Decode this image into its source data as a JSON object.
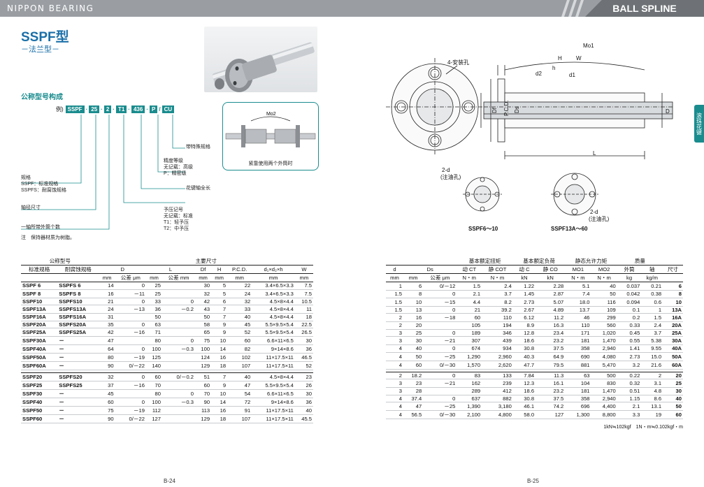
{
  "header": {
    "brand": "NIPPON BEARING",
    "title": "BALL SPLINE",
    "side_tab": "滚珠花键"
  },
  "left_page": {
    "model_title": "SSPF型",
    "model_subtitle": "－法兰型－",
    "section_title": "公称型号构成",
    "code_example_label": "例)",
    "code_parts": [
      "SSPF",
      "25",
      "2",
      "T1",
      "436",
      "P",
      "CU"
    ],
    "callouts": {
      "special": "带特殊规格",
      "precision_title": "精度等级",
      "precision_none": "无记载：高级",
      "precision_p": "P：精密级",
      "shaft_length": "花键轴全长",
      "preload_title": "予压记号",
      "preload_none": "无记载：标准",
      "preload_t1": "T1：轻予压",
      "preload_t2": "T2：中予压",
      "spec_title": "规格",
      "spec_sspf": "SSPF：标准规格",
      "spec_sspfs": "SSPFS：耐腐蚀规格",
      "shaft_dia": "轴径尺寸",
      "nut_count": "一轴所带外筒个数",
      "note": "注　保持器材质为树脂。"
    },
    "assembly_caption": "紧靠使用两个外筒时",
    "assembly_label": "Mo2",
    "page_no": "B-24"
  },
  "right_page": {
    "labels": {
      "mount_hole": "4-安装孔",
      "oil_hole_1": "2-d",
      "oil_hole_1b": "(注油孔)",
      "oil_hole_2": "2-d",
      "oil_hole_2b": "(注油孔)",
      "caption_small": "SSPF6～10",
      "caption_large": "SSPF13A～60",
      "dim_mo1": "Mo1",
      "dim_h": "H",
      "dim_w": "W",
      "dim_h2": "h",
      "dim_d2": "d2",
      "dim_d1": "d1",
      "dim_df": "Df",
      "dim_pcd": "P.C.D.",
      "dim_ds": "Ds",
      "dim_d": "D",
      "dim_l": "L"
    },
    "page_no": "B-25",
    "footnote": "1kN≒102kgf　1N・m≒0.102kgf・m"
  },
  "left_table": {
    "headers": {
      "model": "公称型号",
      "main_dims": "主要尺寸",
      "std": "标准规格",
      "anti": "耐腐蚀规格",
      "D": "D",
      "L": "L",
      "Df": "Df",
      "H": "H",
      "PCD": "P.C.D.",
      "dxh": "d₁×d₂×h",
      "W": "W",
      "tol": "公差",
      "mm": "mm",
      "um": "μm"
    },
    "rows": [
      [
        "SSPF 6",
        "SSPFS 6",
        "14",
        "0",
        "25",
        "",
        "30",
        "5",
        "22",
        "3.4×6.5×3.3",
        "7.5"
      ],
      [
        "SSPF 8",
        "SSPFS 8",
        "16",
        "－11",
        "25",
        "",
        "32",
        "5",
        "24",
        "3.4×6.5×3.3",
        "7.5"
      ],
      [
        "SSPF10",
        "SSPFS10",
        "21",
        "0",
        "33",
        "0",
        "42",
        "6",
        "32",
        "4.5×8×4.4",
        "10.5"
      ],
      [
        "SSPF13A",
        "SSPFS13A",
        "24",
        "－13",
        "36",
        "－0.2",
        "43",
        "7",
        "33",
        "4.5×8×4.4",
        "11"
      ],
      [
        "SSPF16A",
        "SSPFS16A",
        "31",
        "",
        "50",
        "",
        "50",
        "7",
        "40",
        "4.5×8×4.4",
        "18"
      ],
      [
        "SSPF20A",
        "SSPFS20A",
        "35",
        "0",
        "63",
        "",
        "58",
        "9",
        "45",
        "5.5×9.5×5.4",
        "22.5"
      ],
      [
        "SSPF25A",
        "SSPFS25A",
        "42",
        "－16",
        "71",
        "",
        "65",
        "9",
        "52",
        "5.5×9.5×5.4",
        "26.5"
      ],
      [
        "SSPF30A",
        "－",
        "47",
        "",
        "80",
        "0",
        "75",
        "10",
        "60",
        "6.6×11×6.5",
        "30"
      ],
      [
        "SSPF40A",
        "－",
        "64",
        "0",
        "100",
        "－0.3",
        "100",
        "14",
        "82",
        "9×14×8.6",
        "36"
      ],
      [
        "SSPF50A",
        "－",
        "80",
        "－19",
        "125",
        "",
        "124",
        "16",
        "102",
        "11×17.5×11",
        "46.5"
      ],
      [
        "SSPF60A",
        "－",
        "90",
        "0/－22",
        "140",
        "",
        "129",
        "18",
        "107",
        "11×17.5×11",
        "52"
      ]
    ],
    "rows2": [
      [
        "SSPF20",
        "SSPFS20",
        "32",
        "0",
        "60",
        "0/－0.2",
        "51",
        "7",
        "40",
        "4.5×8×4.4",
        "23"
      ],
      [
        "SSPF25",
        "SSPFS25",
        "37",
        "－16",
        "70",
        "",
        "60",
        "9",
        "47",
        "5.5×9.5×5.4",
        "26"
      ],
      [
        "SSPF30",
        "－",
        "45",
        "",
        "80",
        "0",
        "70",
        "10",
        "54",
        "6.6×11×6.5",
        "30"
      ],
      [
        "SSPF40",
        "－",
        "60",
        "0",
        "100",
        "－0.3",
        "90",
        "14",
        "72",
        "9×14×8.6",
        "36"
      ],
      [
        "SSPF50",
        "－",
        "75",
        "－19",
        "112",
        "",
        "113",
        "16",
        "91",
        "11×17.5×11",
        "40"
      ],
      [
        "SSPF60",
        "－",
        "90",
        "0/－22",
        "127",
        "",
        "129",
        "18",
        "107",
        "11×17.5×11",
        "45.5"
      ]
    ]
  },
  "right_table": {
    "headers": {
      "d": "d",
      "Ds": "Ds",
      "tol": "公差",
      "torque": "基本额定扭矩",
      "load": "基本额定负荷",
      "moment": "静态允许力矩",
      "mass": "质量",
      "size": "尺寸",
      "dyn": "动",
      "stat": "静",
      "outer": "外筒",
      "shaft": "轴",
      "CT": "CT",
      "COT": "COT",
      "C": "C",
      "CO": "CO",
      "MO1": "MO1",
      "MO2": "MO2",
      "mm": "mm",
      "um": "μm",
      "Nm": "N・m",
      "kN": "kN",
      "kg": "kg",
      "kgm": "kg/m"
    },
    "rows": [
      [
        "1",
        "6",
        "0/－12",
        "1.5",
        "2.4",
        "1.22",
        "2.28",
        "5.1",
        "40",
        "0.037",
        "0.21",
        "6"
      ],
      [
        "1.5",
        "8",
        "0",
        "2.1",
        "3.7",
        "1.45",
        "2.87",
        "7.4",
        "50",
        "0.042",
        "0.38",
        "8"
      ],
      [
        "1.5",
        "10",
        "－15",
        "4.4",
        "8.2",
        "2.73",
        "5.07",
        "18.0",
        "116",
        "0.094",
        "0.6",
        "10"
      ],
      [
        "1.5",
        "13",
        "0",
        "21",
        "39.2",
        "2.67",
        "4.89",
        "13.7",
        "109",
        "0.1",
        "1",
        "13A"
      ],
      [
        "2",
        "16",
        "－18",
        "60",
        "110",
        "6.12",
        "11.2",
        "46",
        "299",
        "0.2",
        "1.5",
        "16A"
      ],
      [
        "2",
        "20",
        "",
        "105",
        "194",
        "8.9",
        "16.3",
        "110",
        "560",
        "0.33",
        "2.4",
        "20A"
      ],
      [
        "3",
        "25",
        "0",
        "189",
        "346",
        "12.8",
        "23.4",
        "171",
        "1,020",
        "0.45",
        "3.7",
        "25A"
      ],
      [
        "3",
        "30",
        "－21",
        "307",
        "439",
        "18.6",
        "23.2",
        "181",
        "1,470",
        "0.55",
        "5.38",
        "30A"
      ],
      [
        "4",
        "40",
        "0",
        "674",
        "934",
        "30.8",
        "37.5",
        "358",
        "2,940",
        "1.41",
        "9.55",
        "40A"
      ],
      [
        "4",
        "50",
        "－25",
        "1,290",
        "2,960",
        "40.3",
        "64.9",
        "690",
        "4,080",
        "2.73",
        "15.0",
        "50A"
      ],
      [
        "4",
        "60",
        "0/－30",
        "1,570",
        "2,620",
        "47.7",
        "79.5",
        "881",
        "5,470",
        "3.2",
        "21.6",
        "60A"
      ]
    ],
    "rows2": [
      [
        "2",
        "18.2",
        "0",
        "83",
        "133",
        "7.84",
        "11.3",
        "63",
        "500",
        "0.22",
        "2",
        "20"
      ],
      [
        "3",
        "23",
        "－21",
        "162",
        "239",
        "12.3",
        "16.1",
        "104",
        "830",
        "0.32",
        "3.1",
        "25"
      ],
      [
        "3",
        "28",
        "",
        "289",
        "412",
        "18.6",
        "23.2",
        "181",
        "1,470",
        "0.51",
        "4.8",
        "30"
      ],
      [
        "4",
        "37.4",
        "0",
        "637",
        "882",
        "30.8",
        "37.5",
        "358",
        "2,940",
        "1.15",
        "8.6",
        "40"
      ],
      [
        "4",
        "47",
        "－25",
        "1,390",
        "3,180",
        "46.1",
        "74.2",
        "696",
        "4,400",
        "2.1",
        "13.1",
        "50"
      ],
      [
        "4",
        "56.5",
        "0/－30",
        "2,100",
        "4,800",
        "58.0",
        "127",
        "1,300",
        "8,800",
        "3.3",
        "19",
        "60"
      ]
    ]
  }
}
